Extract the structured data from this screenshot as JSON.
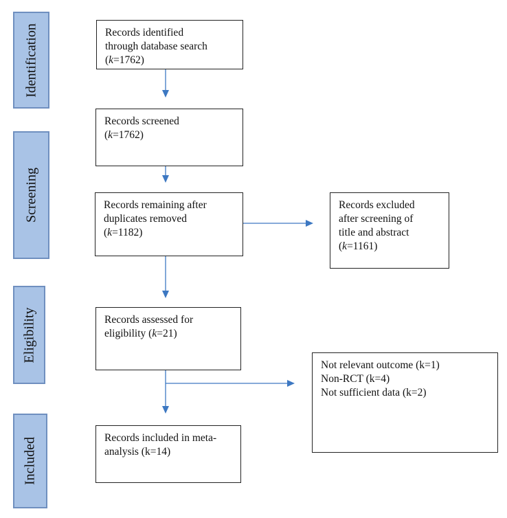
{
  "phases": {
    "identification": "Identification",
    "screening": "Screening",
    "eligibility": "Eligibility",
    "included": "Included"
  },
  "boxes": {
    "identified": {
      "line1": "Records identified",
      "line2": "through database search",
      "count_prefix": "(",
      "k": "k",
      "count_suffix": "=1762)"
    },
    "screened": {
      "line1": "Records screened",
      "count_prefix": "(",
      "k": "k",
      "count_suffix": "=1762)"
    },
    "after_duplicates": {
      "line1": "Records remaining after",
      "line2": "duplicates removed",
      "count_prefix": "(",
      "k": "k",
      "count_suffix": "=1182)"
    },
    "excluded": {
      "line1": "Records excluded",
      "line2": "after screening of",
      "line3": "title and abstract",
      "count_prefix": "(",
      "k": "k",
      "count_suffix": "=1161)"
    },
    "eligibility": {
      "line1": "Records assessed for",
      "line2_prefix": "eligibility (",
      "k": "k",
      "count_suffix": "=21)"
    },
    "exclusion_reasons": {
      "reason1": "Not relevant outcome (k=1)",
      "reason2": "Non-RCT (k=4)",
      "reason3": "Not sufficient data (k=2)"
    },
    "included": {
      "line1": "Records included in meta-",
      "line2": "analysis (k=14)"
    }
  },
  "colors": {
    "phase_fill": "#a9c3e6",
    "phase_border": "#6f8fbf",
    "arrow": "#3d78c2"
  }
}
